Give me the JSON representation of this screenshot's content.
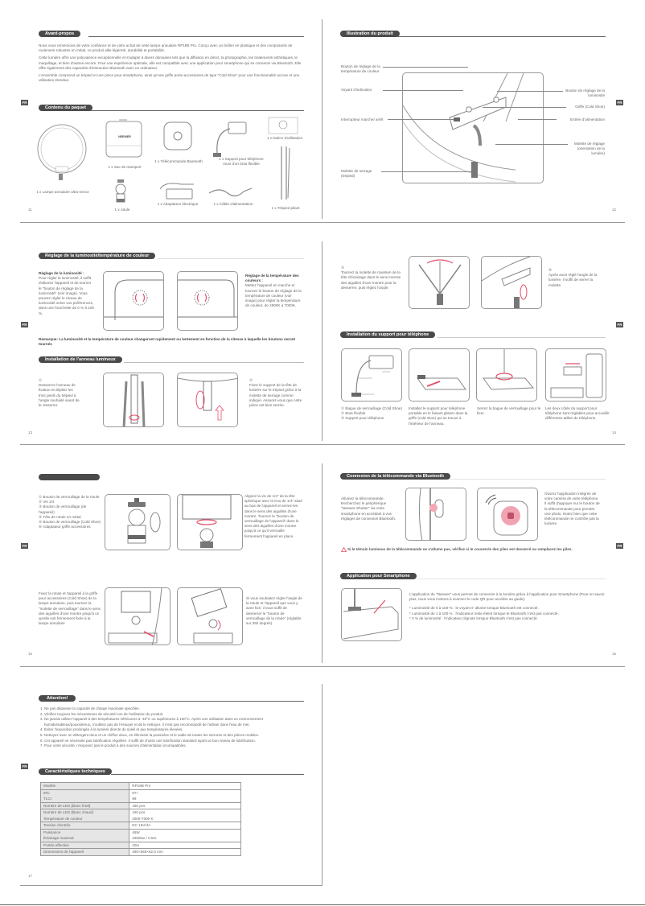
{
  "language_badge": "FR",
  "pages": {
    "p11": {
      "number": "11",
      "foreword": {
        "title": "Avant-propos",
        "paragraphs": [
          "Nous vous remercions de votre confiance et de votre achat de cette lampe annulaire RP18B Pro. Conçu avec un boîtier en plastique et des composants de roulement robustes en métal, ce produit allie légèreté, durabilité et portabilité.",
          "Cette lumière offre une polyvalence exceptionnelle et s'adapte à divers domaines tels que la diffusion en direct, la photographie, les traitements esthétiques, le maquillage, et bien d'autres encore. Pour une expérience optimale, elle est compatible avec une application pour smartphone qui se connecte via Bluetooth. Elle offre également des capacités d'interaction Bluetooth avec un ordinateur.",
          "L'ensemble comprend un trépied et une pince pour smartphone, ainsi qu'une griffe porte-accessoires de type \"Cold Shoe\" pour une fonctionnalité accrue et une utilisation étendue."
        ]
      },
      "package": {
        "title": "Contenu du paquet",
        "items": [
          "1 x Lampe annulaire ultra-mince",
          "1 x Sac de transport",
          "1 x Télécommande Bluetooth",
          "1 x Support pour téléphone muni d'un bras flexible",
          "1 x Notice d'utilisation",
          "1 x rotule",
          "1 x Adaptateur électrique",
          "1 x Câble d'alimentation",
          "1 x Trépied pliant"
        ],
        "bag_brand": "NEEWER"
      }
    },
    "p12": {
      "number": "12",
      "title": "Illustration du produit",
      "labels_left": [
        "Bouton de réglage de la température de couleur",
        "Voyant d'indication",
        "Interrupteur marche/ arrêt",
        "Molette de serrage (trépied)"
      ],
      "labels_right": [
        "Bouton de réglage de la luminosité",
        "Griffe (Cold Shoe)",
        "Entrée d'alimentation",
        "Molette de réglage (orientation de la lumière)"
      ]
    },
    "p13": {
      "number": "13",
      "brightness": {
        "title": "Réglage de la luminosité/température de couleur",
        "left_heading": "Réglage de la luminosité :",
        "left_text": "Pour régler la luminosité, il suffit d'allumer l'appareil et de tourner le \"bouton de réglage de la luminosité\" (voir image). Vous pouvez régler le niveau de luminosité selon vos préférences, dans une fourchette de 0 % à 100 %.",
        "right_heading": "Réglage de la température des couleurs :",
        "right_text": "Mettez l'appareil en marche et tournez le bouton de réglage de la température de couleur (voir image) pour régler la température de couleur, de 2900K à 7000K.",
        "note": "Remarque: La luminosité et la température de couleur changeront rapidement ou lentement en fonction de la vitesse à laquelle les boutons seront tournés"
      },
      "ring_install": {
        "title": "Installation de l'anneau lumineux",
        "step1_num": "①",
        "step1": "Desserrez l'anneau de fixation et dépliez les trois pieds du trépied à l'angle souhaité avant de le resserrer.",
        "step2_num": "②",
        "step2": "Fixez le support de la tête de lumière sur le trépied grâce à la molette de serrage comme indiqué. Assurez-vous que cette pièce est bien serrée."
      }
    },
    "p14": {
      "number": "14",
      "step3_num": "③",
      "step3": "Tournez la molette de maintien de la tête d'éclairage dans le sens inverse des aiguilles d'une montre pour la desserrer, puis réglez l'angle.",
      "step4_num": "④",
      "step4": "Après avoir réglé l'angle de la lumière, il suffit de serrer la molette.",
      "phone": {
        "title": "Installation du support pour téléphone",
        "parts": [
          "① Bague de verrouillage (Cold Shoe)",
          "② Bras flexible",
          "③ Support pour téléphone"
        ],
        "captions": [
          "Installez le support pour téléphone portable en le faisant glisser dans la griffe (cold shoe) qui se trouve à l'intérieur de l'anneau.",
          "Serrez la bague de verrouillage pour le fixer.",
          "Les deux côtés du support pour téléphone sont réglables pour accueillir différentes tailles de téléphone."
        ]
      }
    },
    "p15": {
      "number": "15",
      "title": "",
      "parts": [
        "① Bouton de verrouillage de la rotule",
        "② Vis 1/4",
        "③ Bouton de verrouillage (de l'appareil)",
        "④ Tête de rotule en métal",
        "⑤ Bouton de verrouillage (Cold Shoe)",
        "⑥ Adaptateur griffe accessoires"
      ],
      "text_right_top": "Alignez la vis de 1/4\" de la tête sphérique avec le trou de 1/4\" situé au bas de l'appareil et serrez-les dans le sens des aiguilles d'une montre. Tournez le \"bouton de verrouillage de l'appareil\" dans le sens des aiguilles d'une montre jusqu'à ce qu'il verrouille fermement l'appareil en place.",
      "text_left_bottom": "Fixez la rotule et l'appareil à la griffe pour accessoires (Cold Shoe) de la lampe annulaire, puis tournez la \"molette de verrouillage\" dans le sens des aiguilles d'une montre jusqu'à ce qu'elle soit fermement fixée à la lampe annulaire",
      "text_right_bottom": "Si vous souhaitez régler l'angle de la rotule et l'appareil que vous y avez fixé, il vous suffit de desserrer le \"bouton de verrouillage de la rotule\" (réglable sur 360 degrés)"
    },
    "p16": {
      "number": "16",
      "bluetooth": {
        "title": "Connexion de la télécommande via Bluetooth",
        "left_text": "Allumez la télécommande. Recherchez le périphérique \"Neewer-Shutter\" via votre smartphone en accédant à vos réglages de connexion Bluetooth.",
        "right_text": "Ouvrez l'application intégrée de votre caméra de votre téléphone. Il suffit d'appuyer sur le bouton de la télécommande pour prendre une photo. Notez bien que cette télécommande ne contrôle pas la lumière.",
        "warning": "Si le témoin lumineux de la télécommande ne s'allume pas, vérifiez si le couvercle des piles est desserré ou remplacez les piles."
      },
      "app": {
        "title": "Application pour Smartphone",
        "intro": "L'application de \"Neewer\" vous permet de connecter à la lumière grâce à l'application pour Smartphone (Pour en savoir plus, nous vous invitons à scanner le code QR pour accéder au guide).",
        "bullets": [
          "* Luminosité de 0 à 100 % : le voyant s' allume lorsque Bluetooth est connecté.",
          "* Luminosité de 1 à 100 % : l'indicateur reste éteint lorsque le Bluetooth n'est pas connecté.",
          "* 0 % de luminosité : l'indicateur clignote lorsque Bluetooth n'est pas connecté."
        ]
      }
    },
    "p17": {
      "number": "17",
      "attention": {
        "title": "Attention!",
        "items": [
          "1. Ne pas dépasser la capacité de charge maximale spécifiée.",
          "2. Vérifiez toujours les mécanismes de sécurité lors de l'utilisation du produit.",
          "3. Ne jamais utiliser l'appareil à des températures inférieures à -40°C ou supérieures à 100°C. Après une utilisation dans un environnement",
          "humide/sableux/poussiéreux, n'oubliez pas de l'essuyer et de le nettoyer. Il n'est pas recommandé de l'utiliser dans l'eau de mer.",
          "4. Éviter l'exposition prolongée à la lumière directe du soleil et aux températures élevées.",
          "5. Nettoyez avec un détergent doux et un chiffon doux, en éliminant la poussière et le sable de toutes les serrures et des pièces mobiles.",
          "6. Cet appareil ne nécessite pas lubrification régulière. Il suffit de choisir une lubrification standard ayant un bon niveau de lubrification.",
          "7. Pour votre sécurité, n'exposez pas le produit à des sources d'alimentation incompatibles."
        ]
      },
      "specs": {
        "title": "Caractéristiques techniques",
        "rows": [
          {
            "k": "Modèle",
            "v": "RP18B Pro"
          },
          {
            "k": "IRC",
            "v": "97+"
          },
          {
            "k": "TLCI",
            "v": "98"
          },
          {
            "k": "Nombre de LED (blanc froid)",
            "v": "160 pcs"
          },
          {
            "k": "Nombre de LED (blanc chaud)",
            "v": "160 pcs"
          },
          {
            "k": "Température de couleur",
            "v": "2900-7000 K"
          },
          {
            "k": "Tension d'entrée",
            "v": "DC 15V/4A"
          },
          {
            "k": "Puissance",
            "v": "45W"
          },
          {
            "k": "Éclairage maximal",
            "v": "3300lux / 0.5m"
          },
          {
            "k": "Portée effective",
            "v": "20m"
          },
          {
            "k": "Dimensions de l'appareil",
            "v": "480×565×62,5 mm"
          }
        ]
      }
    }
  },
  "colors": {
    "pill": "#4a4a4a",
    "accent_pink": "#e4506a",
    "rule": "#9a9a9a"
  }
}
